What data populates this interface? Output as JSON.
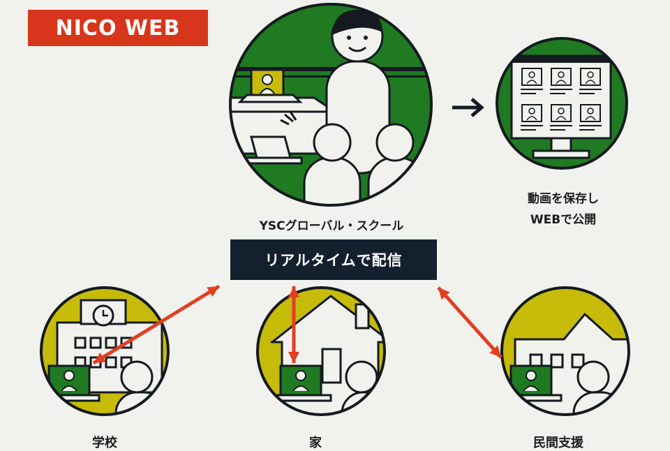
{
  "logo": {
    "text": "NICO WEB",
    "color": "#d8361c"
  },
  "hub": {
    "label": "YSCグローバル・スクール"
  },
  "archive": {
    "line1": "動画を保存し",
    "line2": "WEBで公開"
  },
  "stream": {
    "label": "リアルタイムで配信"
  },
  "nodes": {
    "school": "学校",
    "home": "家",
    "support": "民間支援"
  },
  "colors": {
    "green": "#1f7a22",
    "yellow": "#c7bb0a",
    "outline": "#141a1f",
    "arrow": "#e04020",
    "background": "#f1f1ed"
  },
  "icons": [
    "classroom-scene",
    "teacher-figure",
    "student-figure",
    "laptop-icon",
    "monitor-icon",
    "school-building-icon",
    "house-icon",
    "clock-icon",
    "right-arrow-icon",
    "double-arrow-icon"
  ]
}
